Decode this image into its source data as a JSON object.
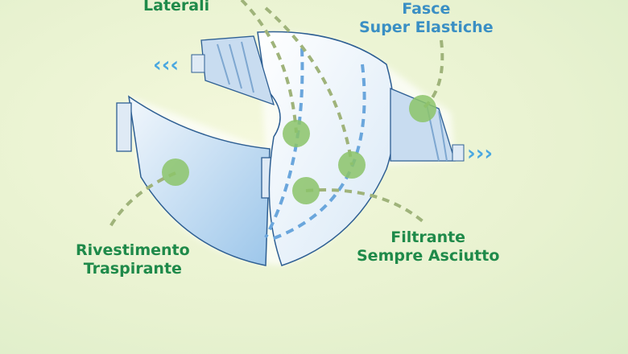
{
  "labels": {
    "laterali": "Laterali",
    "fasce_line1": "Fasce",
    "fasce_line2": "Super Elastiche",
    "rivestimento_line1": "Rivestimento",
    "rivestimento_line2": "Traspirante",
    "filtrante_line1": "Filtrante",
    "filtrante_line2": "Sempre Asciutto"
  },
  "arrows": {
    "left": "‹‹‹",
    "right": "›››"
  },
  "colors": {
    "green_text": "#1f8a4a",
    "blue_text": "#3a8fc4",
    "marker": "#8cc46a",
    "dash": "#9fb37a"
  }
}
